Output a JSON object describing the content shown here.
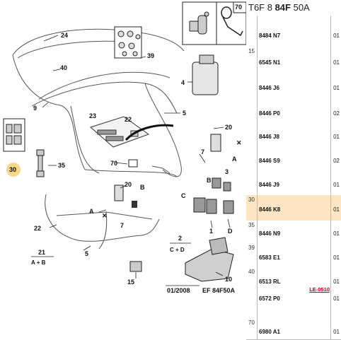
{
  "header": {
    "title_prefix": "T6F 8 ",
    "title_bold": "84F",
    "title_suffix": " 50A"
  },
  "diagram": {
    "callouts": {
      "c24": "24",
      "c40": "40",
      "c9": "9",
      "c39": "39",
      "c4": "4",
      "c23": "23",
      "c22a": "22",
      "c5a": "5",
      "c20a": "20",
      "c7a": "7",
      "cA1": "A",
      "c3": "3",
      "c35": "35",
      "c30": "30",
      "c70": "70",
      "c20b": "20",
      "cB1": "B",
      "cB2": "B",
      "cC": "C",
      "cA2": "A",
      "c7b": "7",
      "c22b": "22",
      "c1": "1",
      "cD": "D",
      "c21": "21",
      "c5b": "5",
      "c15": "15",
      "c10": "10",
      "c2": "2",
      "inset70": "70"
    },
    "combo_ab": "A + B",
    "combo_cd": "C + D",
    "date_code": "01/2008",
    "plate_code": "EF 84F50A"
  },
  "parts": [
    {
      "ref": "",
      "lines": [
        {
          "pn": "8484 N7",
          "qty": "01"
        }
      ]
    },
    {
      "ref": "15",
      "lines": [
        {
          "pn": "6545 N1",
          "qty": "01"
        }
      ]
    },
    {
      "ref": "",
      "lines": [
        {
          "pn": "8446 J6",
          "qty": "01"
        }
      ]
    },
    {
      "ref": "",
      "lines": [
        {
          "pn": "8446 P0",
          "qty": "02"
        }
      ]
    },
    {
      "ref": "",
      "lines": [
        {
          "pn": "8446 J8",
          "qty": "01"
        }
      ]
    },
    {
      "ref": "",
      "lines": [
        {
          "pn": "8446 S9",
          "qty": "02"
        }
      ]
    },
    {
      "ref": "",
      "lines": [
        {
          "pn": "8446 J9",
          "qty": "01"
        }
      ]
    },
    {
      "ref": "30",
      "lines": [
        {
          "pn": "8446 K8",
          "qty": "01"
        }
      ],
      "selected": true
    },
    {
      "ref": "35",
      "lines": [
        {
          "pn": "8446 N9",
          "qty": "01"
        }
      ]
    },
    {
      "ref": "39",
      "lines": [
        {
          "pn": "6583 E1",
          "qty": "01"
        }
      ]
    },
    {
      "ref": "40",
      "lines": [
        {
          "pn": "6513 RL",
          "qty": "01"
        },
        {
          "pn": "6572 P0",
          "qty": "01"
        }
      ],
      "link": "LE-0510"
    },
    {
      "ref": "70",
      "lines": [
        {
          "pn": "6980 A1",
          "qty": "01"
        }
      ]
    }
  ]
}
